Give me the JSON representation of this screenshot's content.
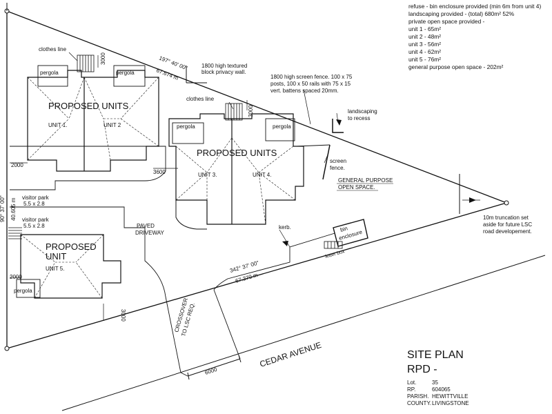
{
  "notes": [
    "refuse - bin enclosure provided (min 6m from unit 4)",
    "landscaping provided - (total) 680m² 52%",
    "private open space provided -",
    "unit 1 - 65m²",
    "unit 2 - 48m²",
    "unit 3 - 56m²",
    "unit 4 - 62m²",
    "unit 5 - 76m²",
    "general purpose open space - 202m²"
  ],
  "labels": {
    "proposed_units_a": "PROPOSED UNITS",
    "proposed_units_b": "PROPOSED UNITS",
    "proposed_unit_line1": "PROPOSED",
    "proposed_unit_line2": "UNIT",
    "unit1": "UNIT 1.",
    "unit2": "UNIT 2",
    "unit3": "UNIT 3.",
    "unit4": "UNIT 4.",
    "unit5": "UNIT 5.",
    "pergola_1": "pergola",
    "pergola_2": "pergola",
    "pergola_3": "pergola",
    "pergola_4": "pergola",
    "pergola_5": "pergola",
    "clothes_line_1": "clothes line",
    "clothes_line_2": "clothes line",
    "dim_3000_top": "3000",
    "dim_3000_mid": "3000",
    "dim_3000_bottom": "3000",
    "dim_2000_top": "2000",
    "dim_2000_bottom": "2000",
    "dim_3600": "3600",
    "dim_6000": "6000",
    "bearing_top": "197° 40' 00\"",
    "length_top": "67.674 m",
    "bearing_bottom": "342° 37' 00\"",
    "length_bottom": "67.270 m",
    "left_length": "40.605 m",
    "left_bearing": "90° 37' 00\"",
    "privacy_wall_1": "1800 high textured",
    "privacy_wall_2": "block privacy wall.",
    "screen_fence_1": "1800 high screen fence. 100 x 75",
    "screen_fence_2": "posts, 100 x 50 rails with 75 x 15",
    "screen_fence_3": "vert. battens spaced 20mm.",
    "landscaping_1": "landscaping",
    "landscaping_2": "to recess",
    "screen_1": "screen",
    "screen_2": "fence.",
    "gpos_1": "GENERAL PURPOSE",
    "gpos_2": "OPEN SPACE.",
    "truncation_1": "10m truncation set",
    "truncation_2": "aside for future LSC",
    "truncation_3": "road developement.",
    "visitor_park_1": "visitor park",
    "visitor_park_1_size": "5.5 x 2.8",
    "visitor_park_2": "visitor park",
    "visitor_park_2_size": "5.5 x 2.8",
    "paved_1": "PAVED",
    "paved_2": "DRIVEWAY",
    "kerb": "kerb.",
    "bin_1": "bin",
    "bin_2": "enclosure",
    "letter_box": "letter box",
    "crossover_1": "CROSSOVER",
    "crossover_2": "TO LSC REQ.",
    "street": "CEDAR AVENUE"
  },
  "title_block": {
    "title": "SITE PLAN",
    "subtitle": "RPD -",
    "rows": [
      {
        "key": "Lot.",
        "value": "35"
      },
      {
        "key": "RP.",
        "value": "604065"
      },
      {
        "key": "PARISH.",
        "value": "HEWITTVILLE"
      },
      {
        "key": "COUNTY.",
        "value": "LIVINGSTONE"
      }
    ]
  }
}
